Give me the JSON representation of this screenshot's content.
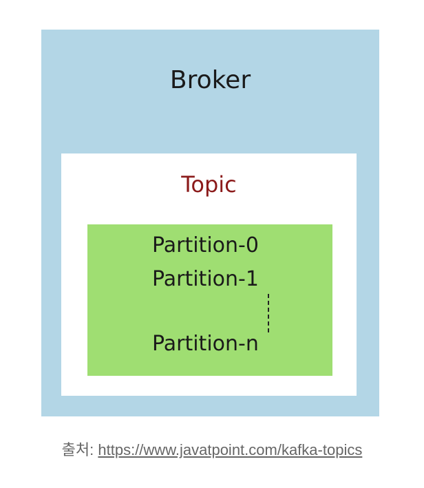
{
  "diagram": {
    "broker": {
      "label": "Broker",
      "color": "#b3d6e6"
    },
    "topic": {
      "label": "Topic",
      "color": "#8b1a1a"
    },
    "partitions": {
      "color": "#9fde72",
      "items": [
        "Partition-0",
        "Partition-1",
        "Partition-n"
      ]
    }
  },
  "caption": {
    "prefix": "출처: ",
    "link_text": "https://www.javatpoint.com/kafka-topics"
  }
}
